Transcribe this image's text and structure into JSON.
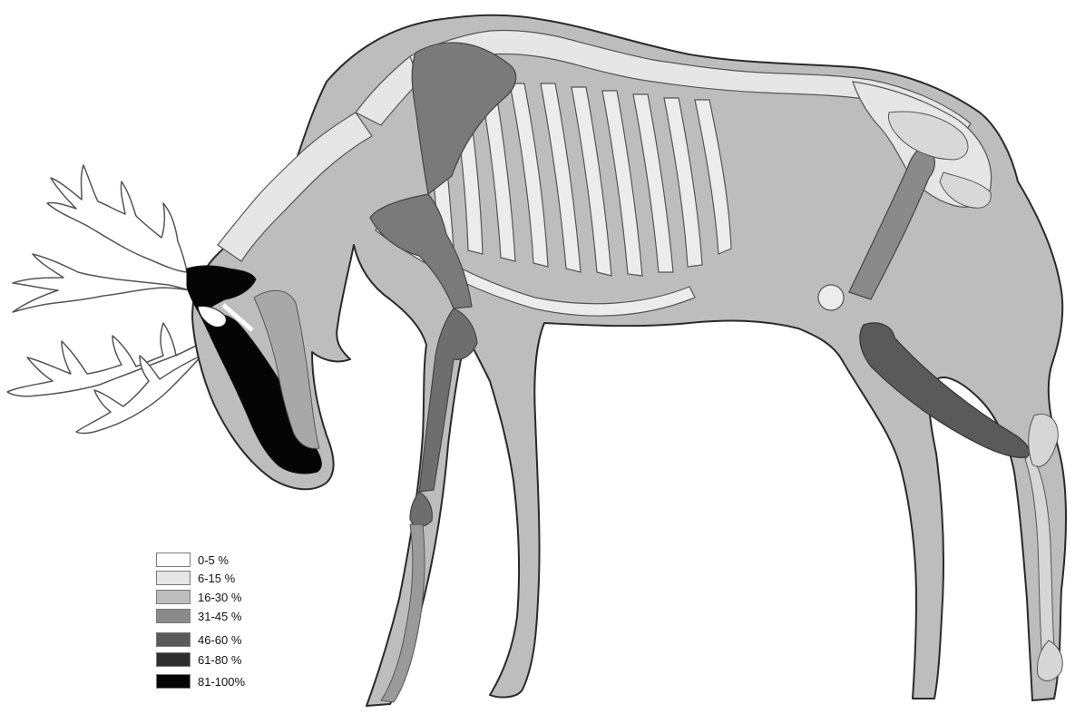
{
  "legend": {
    "items": [
      {
        "label": "0-5 %",
        "color": "#ffffff"
      },
      {
        "label": "6-15 %",
        "color": "#e6e6e6"
      },
      {
        "label": "16-30 %",
        "color": "#bdbdbd"
      },
      {
        "label": "31-45 %",
        "color": "#8a8a8a"
      },
      {
        "label": "46-60 %",
        "color": "#5a5a5a"
      },
      {
        "label": "61-80 %",
        "color": "#2e2e2e"
      },
      {
        "label": "81-100%",
        "color": "#050505"
      }
    ]
  },
  "colors": {
    "outline": "#2a2a2a",
    "body": "#bdbdbd",
    "light_bone": "#e6e6e6",
    "ribs": "#ececec",
    "mid_bone": "#8a8a8a",
    "dark_bone": "#5a5a5a",
    "skull": "#050505",
    "antler": "#ffffff"
  }
}
